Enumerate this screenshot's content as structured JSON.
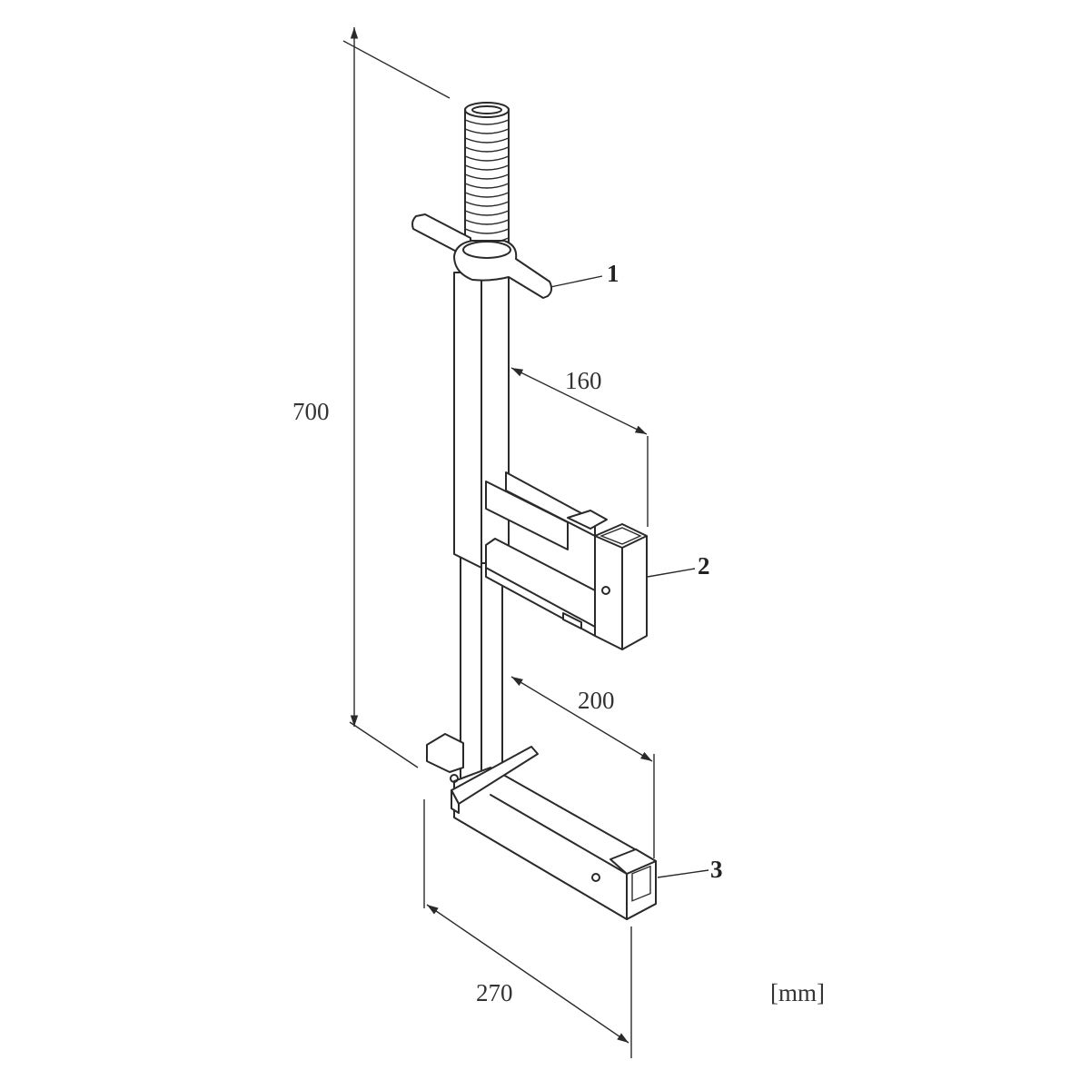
{
  "dimensions": {
    "height": "700",
    "upper_arm": "160",
    "lower_arm": "200",
    "base_length": "270"
  },
  "callouts": [
    "1",
    "2",
    "3"
  ],
  "unit": "[mm]"
}
